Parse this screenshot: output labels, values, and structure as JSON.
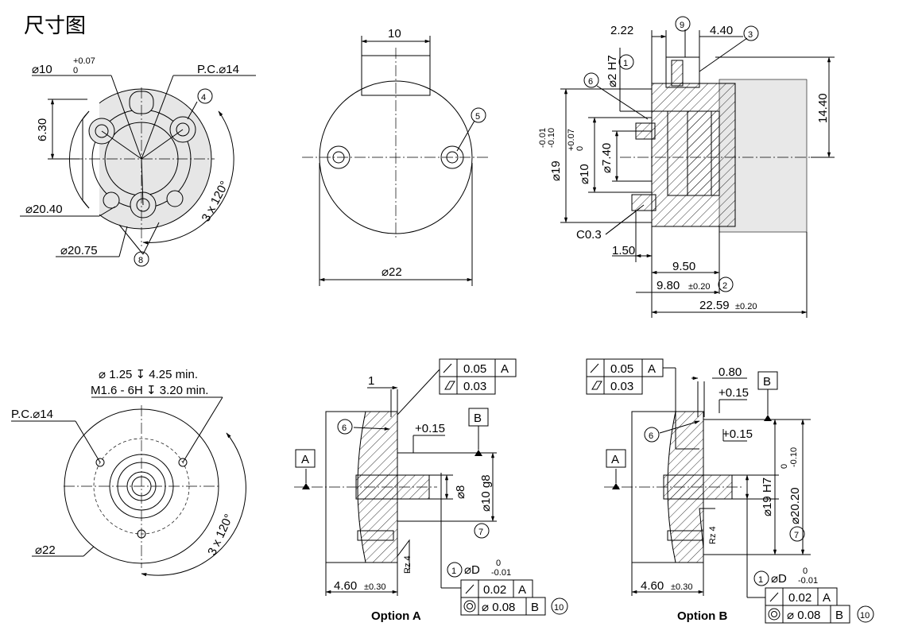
{
  "title": "尺寸图",
  "view1": {
    "d10": "⌀10",
    "d10_tol_up": "+0.07",
    "d10_tol_lo": "0",
    "pc": "P.C.⌀14",
    "h630": "6.30",
    "d2040": "⌀20.40",
    "d2075": "⌀20.75",
    "ang": "3 x 120°",
    "b4": "4",
    "b8": "8"
  },
  "view2": {
    "w10": "10",
    "d22": "⌀22",
    "b5": "5"
  },
  "view3": {
    "d222": "2.22",
    "d440": "4.40",
    "b9": "9",
    "b3": "3",
    "d2h7": "⌀2 H7",
    "b1": "1",
    "b6": "6",
    "d19": "⌀19",
    "d19_up": "-0.01",
    "d19_lo": "-0.10",
    "d10": "⌀10",
    "d10_up": "+0.07",
    "d10_lo": "0",
    "d740": "⌀7.40",
    "h1440": "14.40",
    "c03": "C0.3",
    "d150": "1.50",
    "d950": "9.50",
    "d980": "9.80",
    "d980_tol": "±0.20",
    "b2": "2",
    "d2259": "22.59",
    "d2259_tol": "±0.20"
  },
  "view4": {
    "hole1": "⌀ 1.25 ↧ 4.25 min.",
    "hole2": "M1.6 - 6H ↧ 3.20 min.",
    "pc": "P.C.⌀14",
    "d22": "⌀22",
    "ang": "3 x 120°"
  },
  "optA": {
    "d1": "1",
    "gt1": "0.05",
    "gt1_ref": "A",
    "gt2": "0.03",
    "b6": "6",
    "p015": "+0.15",
    "datumA": "A",
    "datumB": "B",
    "d8": "⌀8",
    "d10g8": "⌀10 g8",
    "b7": "7",
    "rz": "Rz 4",
    "d460": "4.60",
    "d460_tol": "±0.30",
    "b1": "1",
    "phiD": "⌀D",
    "phiD_up": "0",
    "phiD_lo": "-0.01",
    "gt3": "0.02",
    "gt3_ref": "A",
    "gt4": "⌀  0.08",
    "gt4_ref": "B",
    "b10": "10",
    "label": "Option A"
  },
  "optB": {
    "gt1": "0.05",
    "gt1_ref": "A",
    "gt2": "0.03",
    "d080": "0.80",
    "p015a": "+0.15",
    "p015b": "+0.15",
    "b6": "6",
    "datumA": "A",
    "datumB": "B",
    "d19h7": "⌀19 H7",
    "d2020": "⌀20.20",
    "d2020_up": "0",
    "d2020_lo": "-0.10",
    "b7": "7",
    "rz": "Rz 4",
    "d460": "4.60",
    "d460_tol": "±0.30",
    "b1": "1",
    "phiD": "⌀D",
    "phiD_up": "0",
    "phiD_lo": "-0.01",
    "gt3": "0.02",
    "gt3_ref": "A",
    "gt4": "⌀  0.08",
    "gt4_ref": "B",
    "b10": "10",
    "label": "Option B"
  }
}
